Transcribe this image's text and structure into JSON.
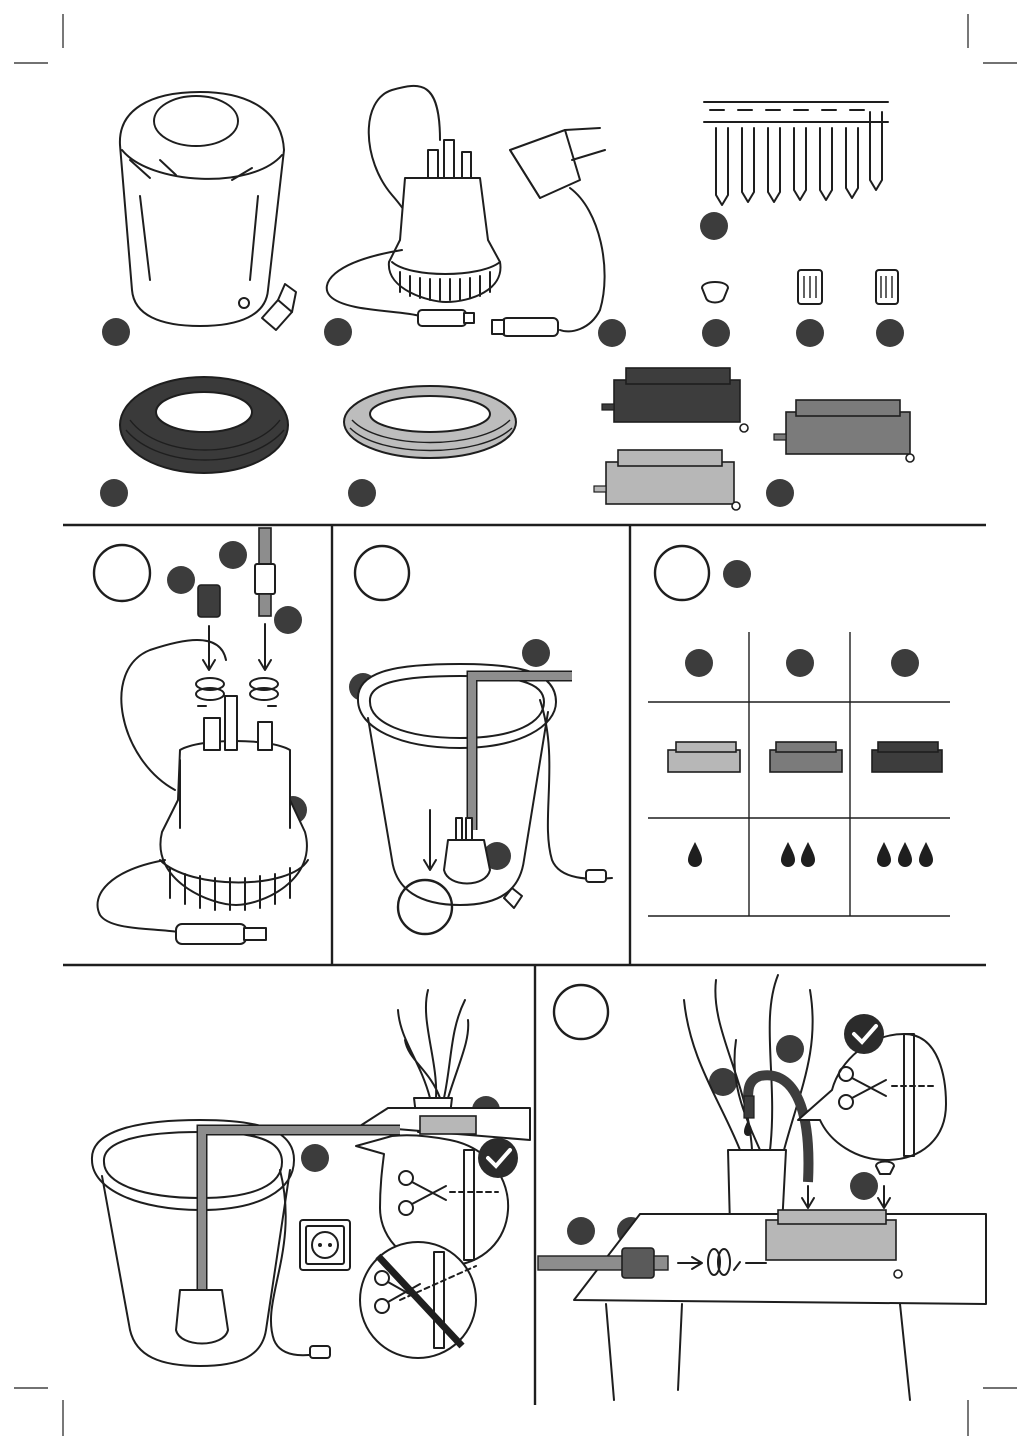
{
  "page": {
    "kind": "assembly-instructions",
    "colors": {
      "ink": "#1e1e1e",
      "badge": "#3c3c3c",
      "light_grey": "#b7b7b7",
      "mid_grey": "#7b7b7b",
      "dark_grey": "#3d3d3d",
      "tube": "#8d8d8d"
    },
    "parts": [
      {
        "item": "reservoir-with-key"
      },
      {
        "item": "pump-with-cable"
      },
      {
        "item": "power-adapter"
      },
      {
        "item": "ground-stakes"
      },
      {
        "item": "end-cap"
      },
      {
        "item": "connector-a"
      },
      {
        "item": "connector-b"
      },
      {
        "item": "black-hose-coil"
      },
      {
        "item": "grey-hose-coil"
      },
      {
        "item": "distributors-light-mid-dark"
      }
    ],
    "steps": [
      {
        "item": "attach-connectors-to-pump",
        "icons": [
          "screw-arrow-icon",
          "screw-arrow-icon"
        ]
      },
      {
        "item": "place-pump-in-reservoir"
      },
      {
        "item": "choose-distributor-by-flow",
        "table": {
          "columns": 3,
          "drops": [
            1,
            2,
            3
          ]
        }
      },
      {
        "item": "route-hose-and-cut",
        "icons": [
          "check-icon",
          "cross-out-icon"
        ]
      },
      {
        "item": "connect-distributor-at-plant",
        "icons": [
          "check-icon",
          "screw-arrow-icon"
        ]
      }
    ]
  }
}
